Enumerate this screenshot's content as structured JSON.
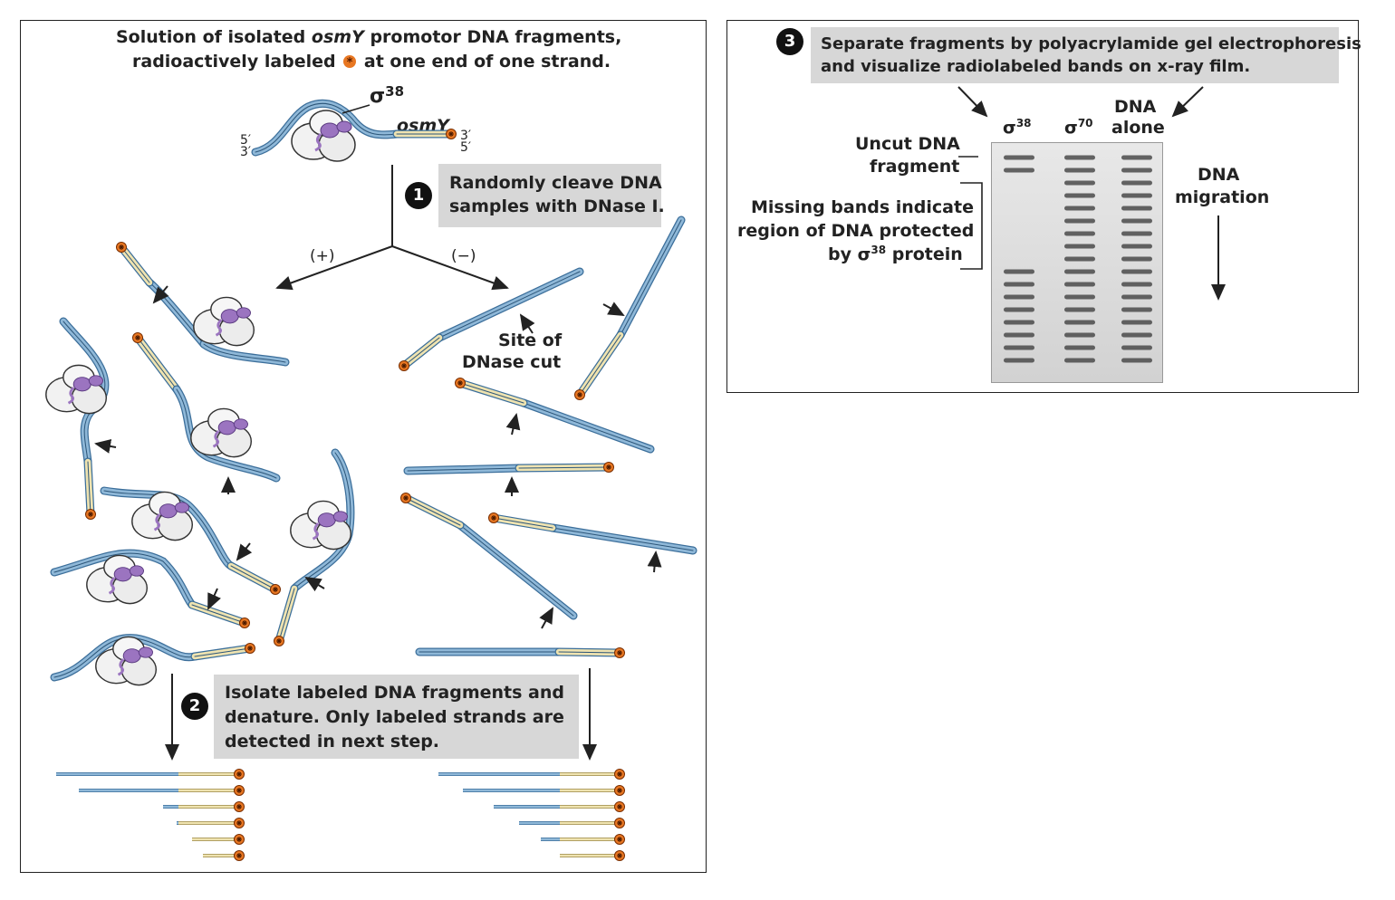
{
  "colors": {
    "dna_blue": "#8fb8d8",
    "dna_yellow": "#efe3b0",
    "protein_purple": "#9b74c0",
    "label_orange": "#e87722",
    "step_box": "#d7d7d7",
    "outline": "#222222"
  },
  "left_panel": {
    "header_line1_pre": "Solution of isolated ",
    "header_line1_em": "osmY",
    "header_line1_post": " promotor DNA fragments,",
    "header_line2_pre": "radioactively labeled ",
    "header_line2_post": " at one end of one strand.",
    "sigma_symbol": "σ",
    "sigma_38_sup": "38",
    "gene_label": "osmY",
    "end_5_left": "5′",
    "end_3_left": "3′",
    "end_3_right": "3′",
    "end_5_right": "5′",
    "step1_number": "1",
    "step1_line1": "Randomly cleave DNA",
    "step1_line2": "samples with DNase I.",
    "plus_label": "(+)",
    "minus_label": "(−)",
    "site_line1": "Site of",
    "site_line2": "DNase cut",
    "step2_number": "2",
    "step2_line1": "Isolate labeled DNA fragments and",
    "step2_line2": "denature. Only labeled strands are",
    "step2_line3": "detected in next step."
  },
  "right_panel": {
    "step3_number": "3",
    "step3_line1": "Separate fragments by polyacrylamide gel electrophoresis",
    "step3_line2": "and visualize radiolabeled bands on x-ray film.",
    "lane1_symbol": "σ",
    "lane1_sup": "38",
    "lane2_symbol": "σ",
    "lane2_sup": "70",
    "lane3_line1": "DNA",
    "lane3_line2": "alone",
    "uncut_line1": "Uncut DNA",
    "uncut_line2": "fragment",
    "missing_line1": "Missing bands indicate",
    "missing_line2": "region of DNA protected",
    "missing_line3_pre": "by ",
    "missing_line3_sym": "σ",
    "missing_line3_sup": "38",
    "missing_line3_post": " protein",
    "migration_line1": "DNA",
    "migration_line2": "migration"
  }
}
